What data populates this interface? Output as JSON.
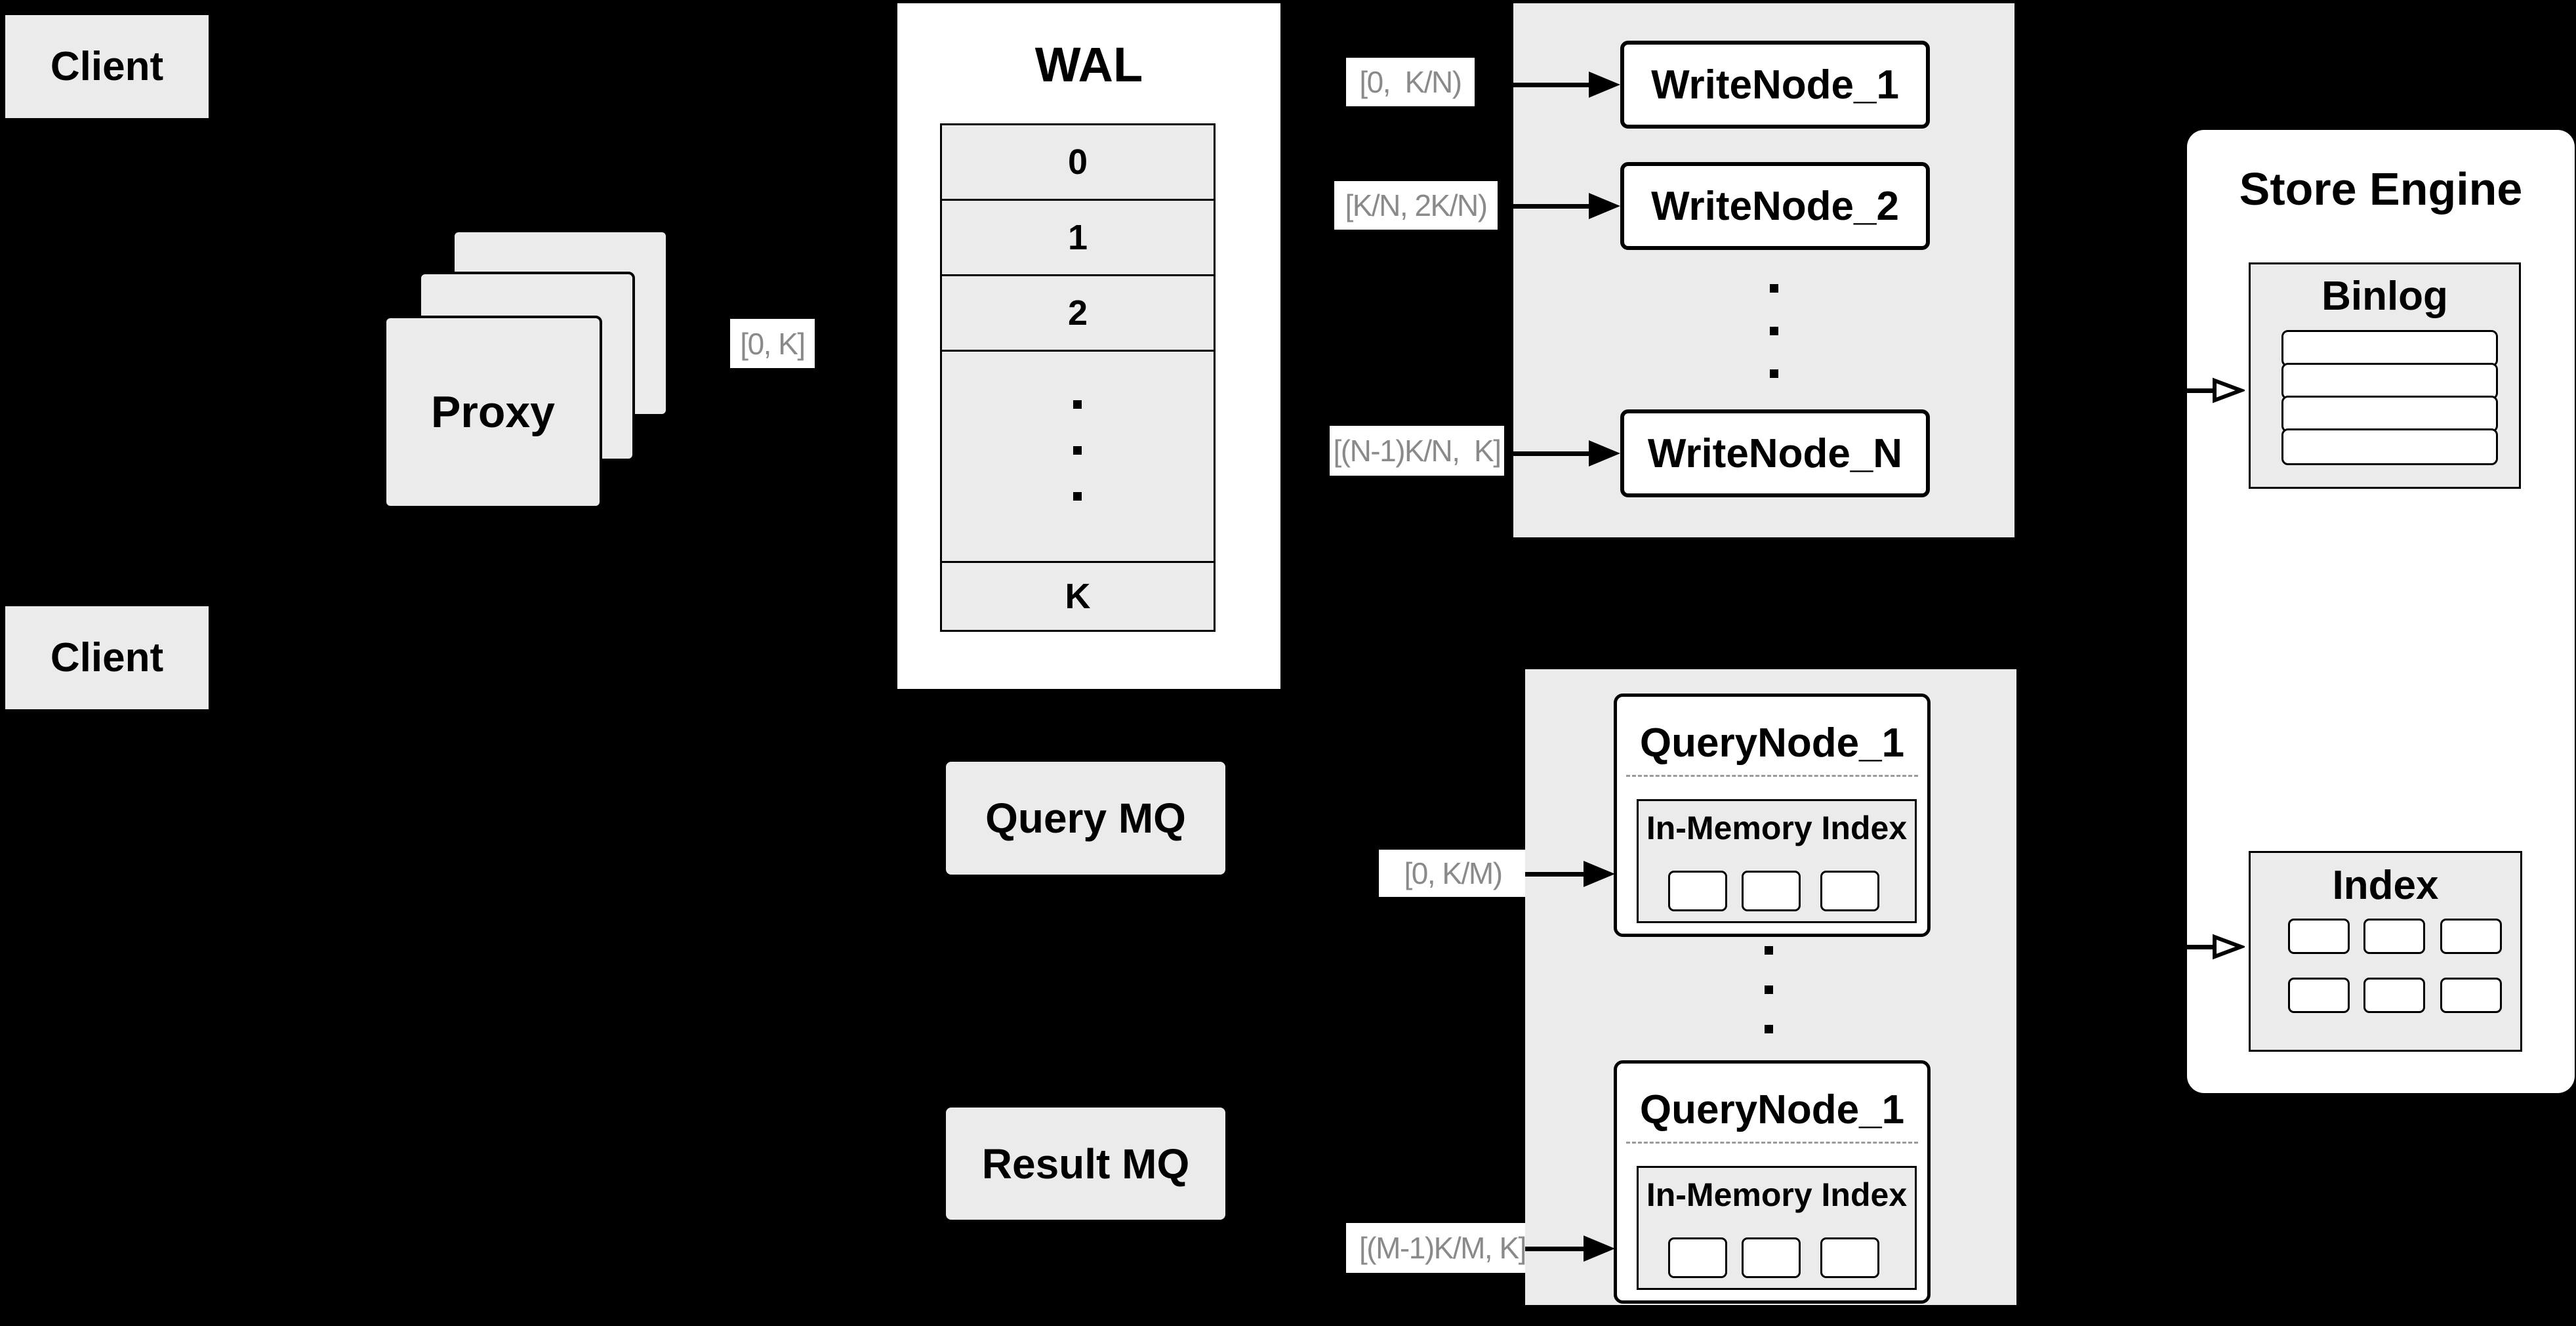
{
  "clients": {
    "top": "Client",
    "bottom": "Client"
  },
  "proxy": {
    "label": "Proxy",
    "range": "[0, K]"
  },
  "wal": {
    "title": "WAL",
    "rows": [
      "0",
      "1",
      "2"
    ],
    "tail": "K"
  },
  "write_section": {
    "ranges": [
      "[0,  K/N)",
      "[K/N, 2K/N)",
      "[(N-1)K/N,  K]"
    ],
    "nodes": [
      "WriteNode_1",
      "WriteNode_2",
      "WriteNode_N"
    ]
  },
  "query_section": {
    "query_mq": "Query MQ",
    "result_mq": "Result MQ",
    "ranges": [
      "[0, K/M)",
      "[(M-1)K/M, K]"
    ],
    "nodes": [
      {
        "title": "QueryNode_1",
        "inner_title": "In-Memory Index"
      },
      {
        "title": "QueryNode_1",
        "inner_title": "In-Memory Index"
      }
    ]
  },
  "store_engine": {
    "title": "Store Engine",
    "binlog_title": "Binlog",
    "index_title": "Index"
  },
  "colors": {
    "background": "#000000",
    "gray_fill": "#ebebeb",
    "white": "#ffffff",
    "line": "#000000",
    "range_text": "#8a8a8a"
  }
}
